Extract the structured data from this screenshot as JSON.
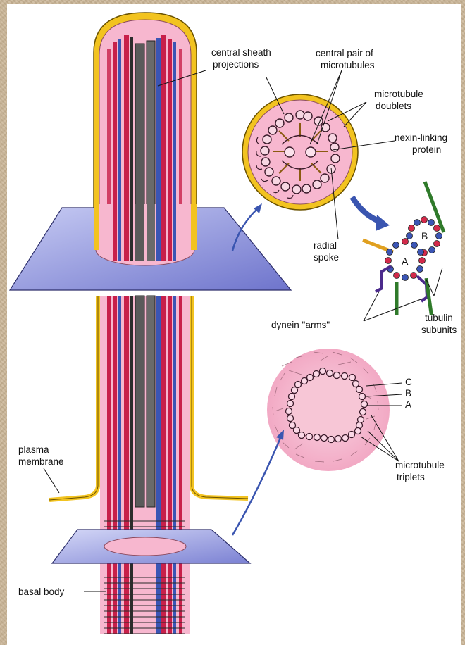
{
  "labels": {
    "central_sheath_projections": [
      "central sheath",
      "projections"
    ],
    "central_pair": [
      "central pair of",
      "microtubules"
    ],
    "microtubule_doublets": [
      "microtubule",
      "doublets"
    ],
    "nexin_linking": [
      "nexin-linking",
      "protein"
    ],
    "radial_spoke": [
      "radial",
      "spoke"
    ],
    "dynein_arms": "dynein \"arms\"",
    "tubulin_subunits": [
      "tubulin",
      "subunits"
    ],
    "doublet_B": "B",
    "doublet_A": "A",
    "triplet_C": "C",
    "triplet_B": "B",
    "triplet_A": "A",
    "plasma_membrane": [
      "plasma",
      "membrane"
    ],
    "microtubule_triplets": [
      "microtubule",
      "triplets"
    ],
    "basal_body": "basal body"
  },
  "colors": {
    "membrane_yellow": "#f2c320",
    "cytoplasm_pink": "#f6b8cf",
    "plane_blue": "#7f86d6",
    "tubule_red": "#c8204a",
    "tubule_blue": "#3b55b4",
    "tubule_gray": "#5a5a5a",
    "arrow_blue": "#3a55b0",
    "nexin_green": "#2f7a2a",
    "dynein_purple": "#4b2a8c",
    "spoke_orange": "#e0a020"
  }
}
